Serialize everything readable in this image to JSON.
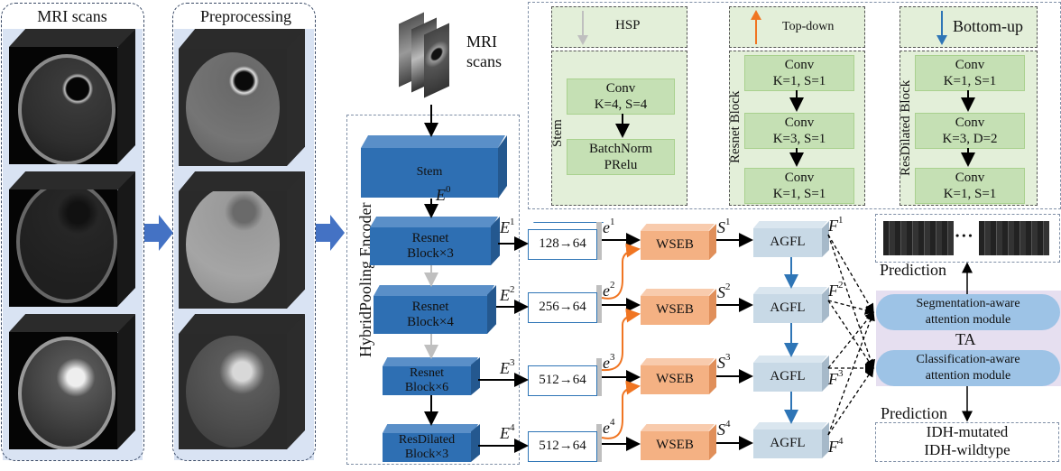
{
  "panels": {
    "mri_scans": {
      "title": "MRI scans"
    },
    "preprocessing": {
      "title": "Preprocessing"
    }
  },
  "input": {
    "label_line1": "MRI",
    "label_line2": "scans"
  },
  "encoder": {
    "title": "HybridPooling Encoder",
    "stem": "Stem",
    "e0": "E",
    "e0_sup": "0",
    "blocks": [
      {
        "line1": "Resnet",
        "line2": "Block×3",
        "out": "E",
        "sup": "1"
      },
      {
        "line1": "Resnet",
        "line2": "Block×4",
        "out": "E",
        "sup": "2"
      },
      {
        "line1": "Resnet",
        "line2": "Block×6",
        "out": "E",
        "sup": "3"
      },
      {
        "line1": "ResDilated",
        "line2": "Block×3",
        "out": "E",
        "sup": "4"
      }
    ]
  },
  "reducers": [
    {
      "label": "128→64",
      "out": "e",
      "sup": "1"
    },
    {
      "label": "256→64",
      "out": "e",
      "sup": "2"
    },
    {
      "label": "512→64",
      "out": "e",
      "sup": "3"
    },
    {
      "label": "512→64",
      "out": "e",
      "sup": "4"
    }
  ],
  "wseb": [
    {
      "label": "WSEB",
      "out": "S",
      "sup": "1"
    },
    {
      "label": "WSEB",
      "out": "S",
      "sup": "2"
    },
    {
      "label": "WSEB",
      "out": "S",
      "sup": "3"
    },
    {
      "label": "WSEB",
      "out": "S",
      "sup": "4"
    }
  ],
  "agfl": [
    {
      "label": "AGFL",
      "out": "F",
      "sup": "1"
    },
    {
      "label": "AGFL",
      "out": "F",
      "sup": "2"
    },
    {
      "label": "AGFL",
      "out": "F",
      "sup": "3"
    },
    {
      "label": "AGFL",
      "out": "F",
      "sup": "4"
    }
  ],
  "legend": {
    "hsp": "HSP",
    "top_down": "Top-down",
    "bottom_up": "Bottom-up",
    "stem": {
      "title": "Stem",
      "box1_l1": "Conv",
      "box1_l2": "K=4, S=4",
      "box2_l1": "BatchNorm",
      "box2_l2": "PRelu"
    },
    "resnet": {
      "title": "Resnet Block",
      "boxes": [
        {
          "l1": "Conv",
          "l2": "K=1, S=1"
        },
        {
          "l1": "Conv",
          "l2": "K=3, S=1"
        },
        {
          "l1": "Conv",
          "l2": "K=1, S=1"
        }
      ]
    },
    "resdilated": {
      "title": "ResDilated Block",
      "boxes": [
        {
          "l1": "Conv",
          "l2": "K=1, S=1"
        },
        {
          "l1": "Conv",
          "l2": "K=3, D=2"
        },
        {
          "l1": "Conv",
          "l2": "K=1, S=1"
        }
      ]
    }
  },
  "ta": {
    "label": "TA",
    "seg_l1": "Segmentation-aware",
    "seg_l2": "attention module",
    "cls_l1": "Classification-aware",
    "cls_l2": "attention module",
    "seg_prediction": "Prediction",
    "cls_prediction": "Prediction",
    "classes": [
      "IDH-mutated",
      "IDH-wildtype"
    ],
    "ellipsis": "• • •"
  },
  "colors": {
    "encoder_blue": "#2e6fb3",
    "wseb_orange": "#f4b183",
    "agfl_lightblue": "#c8d9e6",
    "top_down_orange": "#f07522",
    "bottom_up_blue": "#2e75b6",
    "hsp_gray": "#bfbfbf",
    "legend_green": "#e3efd9",
    "conv_green": "#c5e0b4",
    "ta_lavender": "#e6dff0",
    "attn_blue": "#9dc3e6",
    "panel_blue": "#d9e3f3",
    "arrow_blue": "#4472c4"
  }
}
